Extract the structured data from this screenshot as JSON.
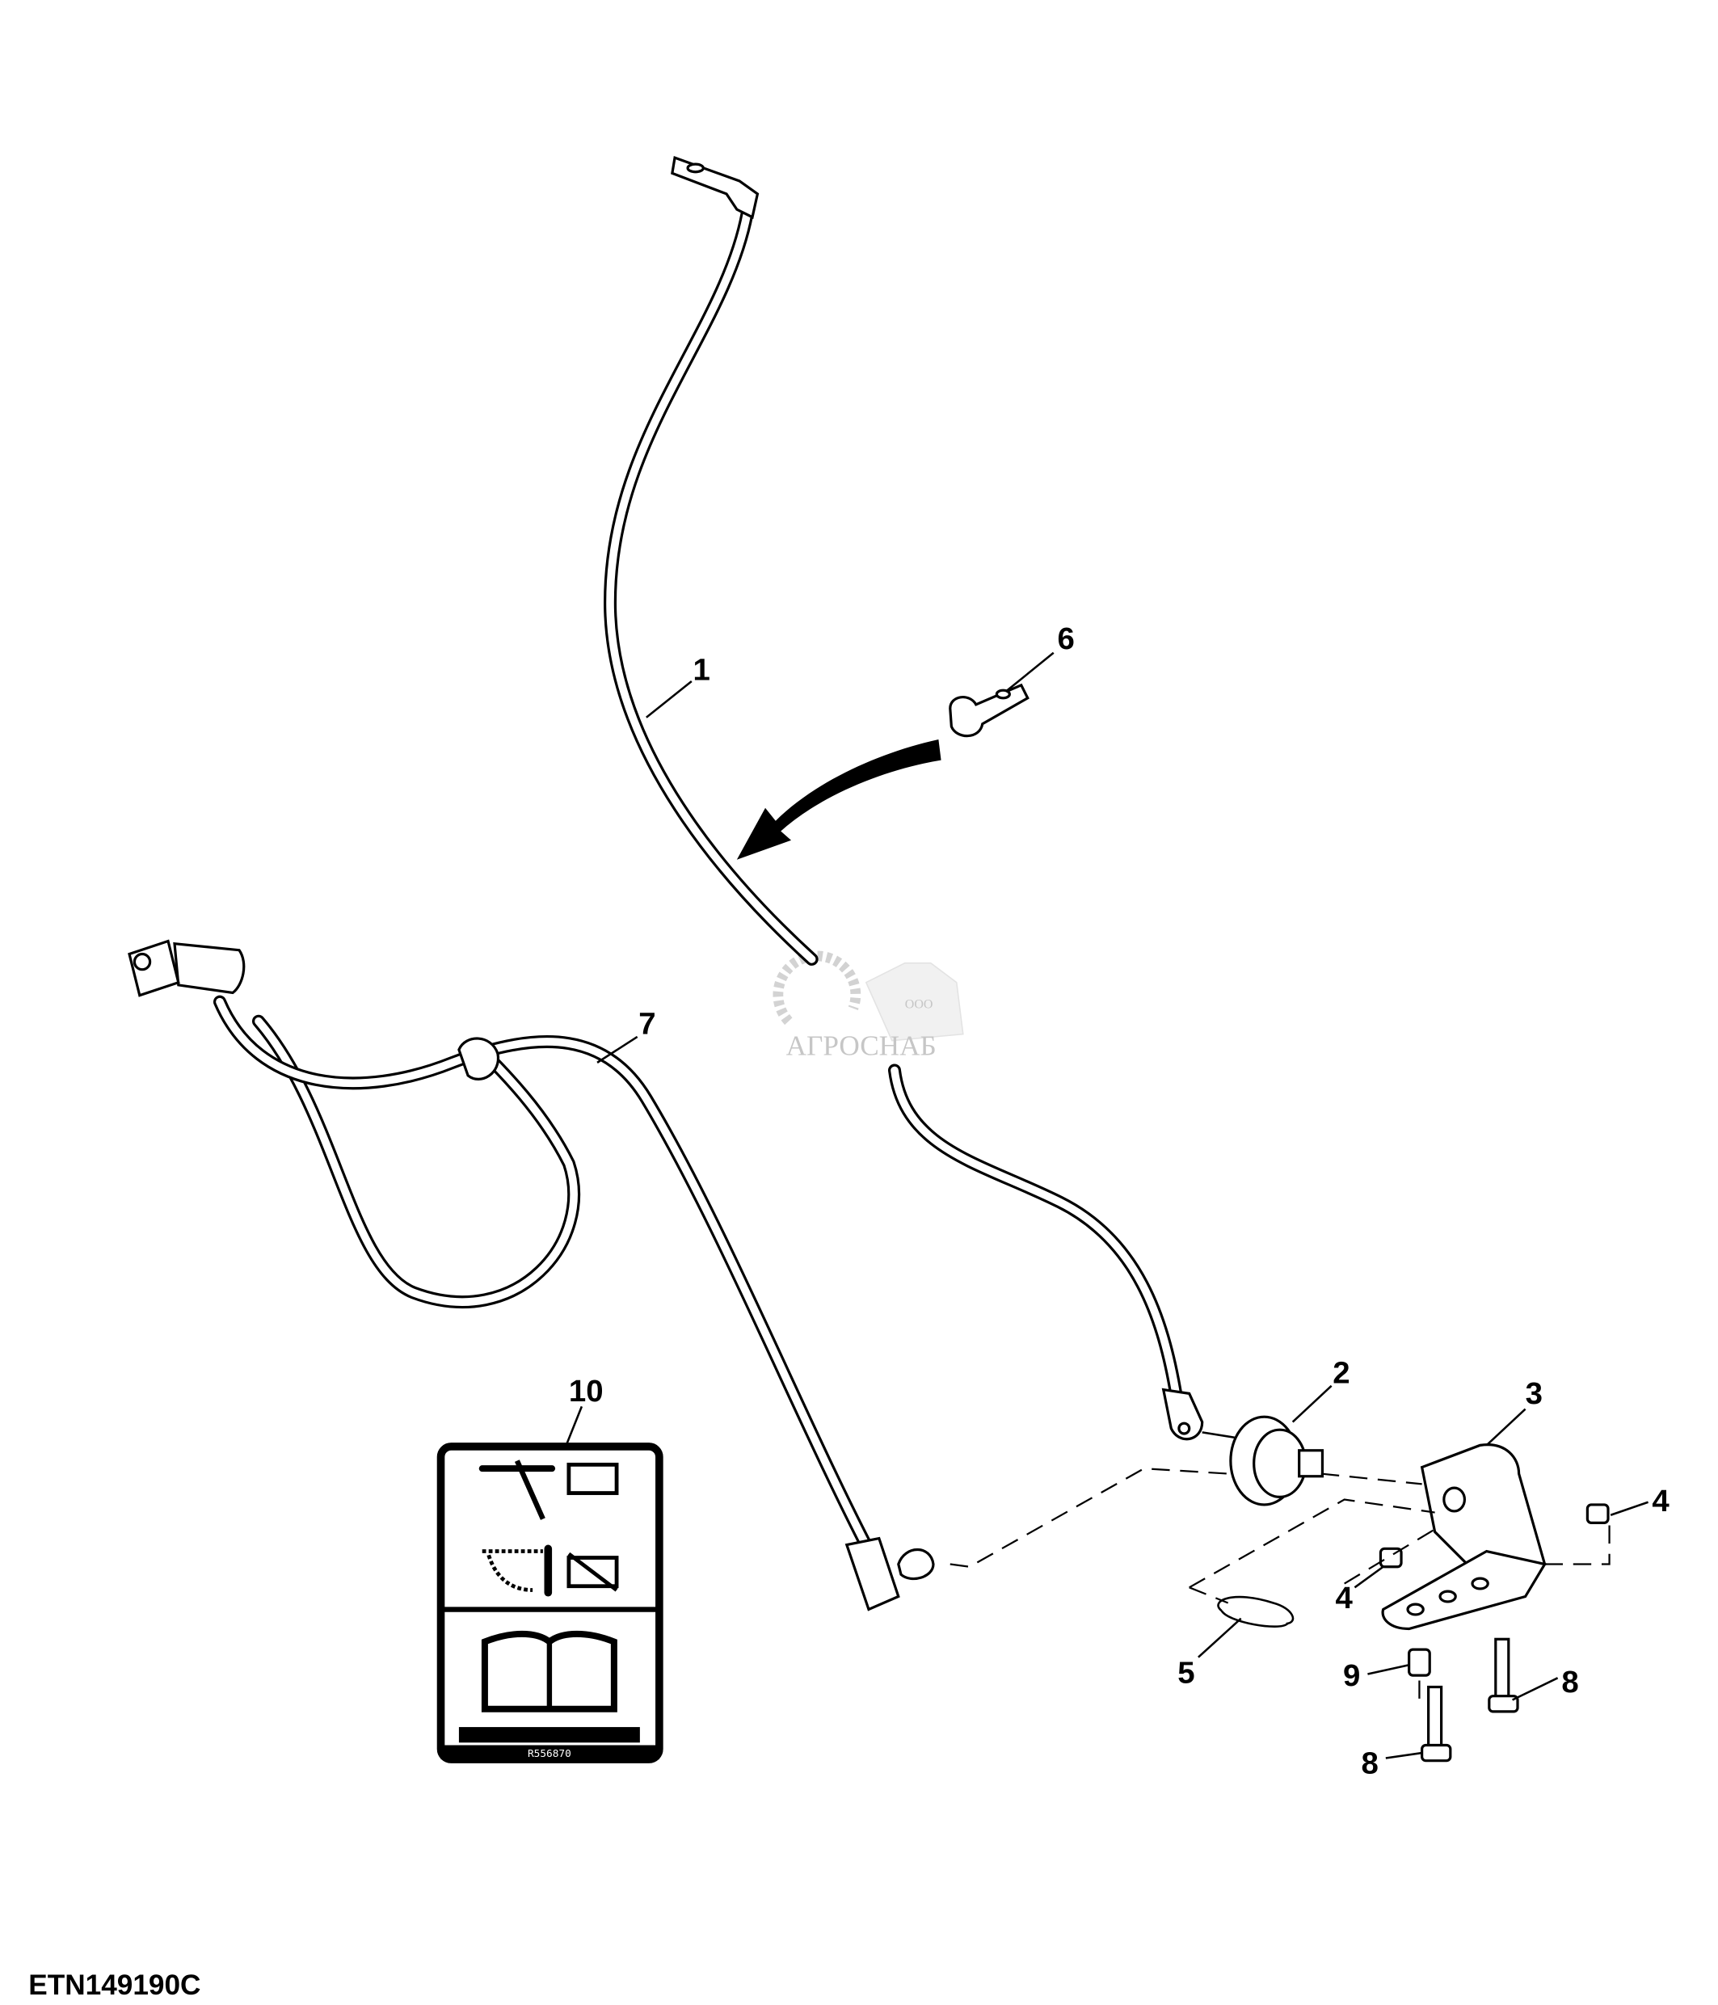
{
  "figure_id": "ETN149190C",
  "callouts": {
    "c1": "1",
    "c2": "2",
    "c3": "3",
    "c4a": "4",
    "c4b": "4",
    "c5": "5",
    "c6": "6",
    "c7": "7",
    "c8a": "8",
    "c8b": "8",
    "c9": "9",
    "c10": "10"
  },
  "decal": {
    "part_number": "R556870"
  },
  "watermark": {
    "prefix": "ООО",
    "name": "АГРОСНАБ"
  }
}
